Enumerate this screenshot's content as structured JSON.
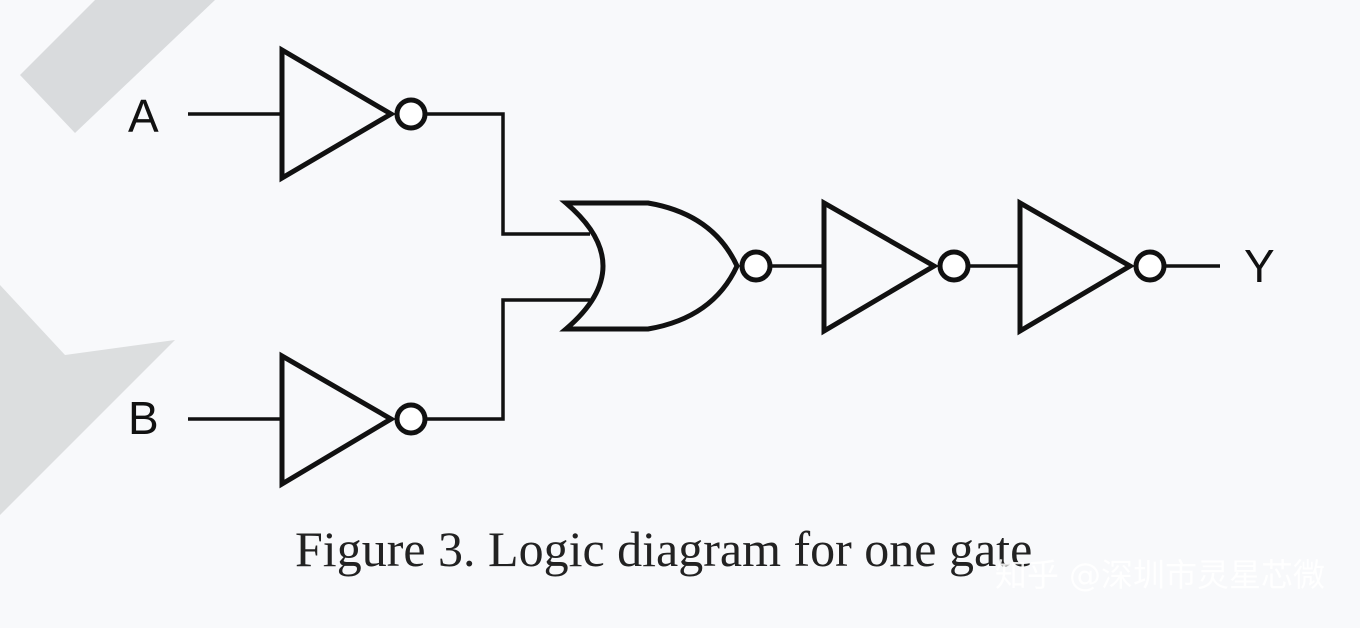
{
  "diagram": {
    "inputs": [
      {
        "id": "A",
        "label": "A"
      },
      {
        "id": "B",
        "label": "B"
      }
    ],
    "output": {
      "id": "Y",
      "label": "Y"
    },
    "gates": [
      {
        "id": "not_a",
        "type": "NOT",
        "inputs": [
          "A"
        ]
      },
      {
        "id": "not_b",
        "type": "NOT",
        "inputs": [
          "B"
        ]
      },
      {
        "id": "nor_1",
        "type": "NOR",
        "inputs": [
          "not_a",
          "not_b"
        ]
      },
      {
        "id": "not_2",
        "type": "NOT",
        "inputs": [
          "nor_1"
        ]
      },
      {
        "id": "not_3",
        "type": "NOT",
        "inputs": [
          "not_2"
        ]
      }
    ],
    "caption": "Figure 3. Logic diagram for one gate",
    "watermark": "知乎 @深圳市灵星芯微",
    "colors": {
      "ink": "#111111",
      "background": "#f8f9fb",
      "decoration": "#d9dbdd"
    }
  }
}
